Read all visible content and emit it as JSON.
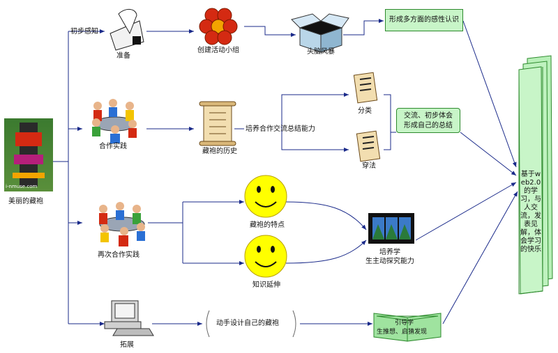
{
  "root": {
    "label": "美丽的藏袍"
  },
  "branches": {
    "b1": {
      "edge_label": "初步感知",
      "node": "准备"
    },
    "b2": {
      "node": "合作实践"
    },
    "b3": {
      "node": "再次合作实践"
    },
    "b4": {
      "node": "拓展"
    }
  },
  "row1": {
    "n1": "创建活动小组",
    "n2": "头脑风暴",
    "result": "形成多方面的感性认识"
  },
  "row2": {
    "history": "藏袍的历史",
    "ability": "培养合作交流总结能力",
    "cat": "分类",
    "wear": "穿法",
    "result": "交流、初步体会形成自己的总结"
  },
  "row3": {
    "features": "藏袍的特点",
    "extend": "知识延伸",
    "film_line1": "培养学",
    "film_line2": "生主动探究能力"
  },
  "row4": {
    "design": "动手设计自己的藏袍",
    "book_line1": "引导学",
    "book_line2": "生推想、启猜发现"
  },
  "final": {
    "text": "基于web2.0的学习，与人交流，发表见解，体会学习的快乐"
  },
  "photo_watermark": "i-nmuse.com",
  "colors": {
    "line": "#1a2a8a",
    "box_fill": "#c8f5c8",
    "box_border": "#2d8a2d",
    "smiley": "#ffff00"
  }
}
